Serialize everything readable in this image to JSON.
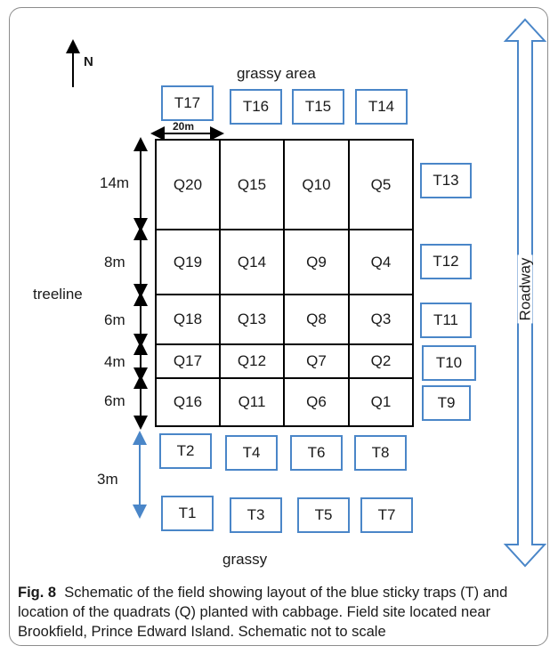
{
  "north_label": "N",
  "top_area_label": "grassy area",
  "bottom_area_label": "grassy",
  "side_label": "treeline",
  "road_label": "Roadway",
  "width_label": "20m",
  "row_heights": [
    "14m",
    "8m",
    "6m",
    "4m",
    "6m"
  ],
  "trap_gap_label": "3m",
  "quadrat_rows": [
    [
      "Q20",
      "Q15",
      "Q10",
      "Q5"
    ],
    [
      "Q19",
      "Q14",
      "Q9",
      "Q4"
    ],
    [
      "Q18",
      "Q13",
      "Q8",
      "Q3"
    ],
    [
      "Q17",
      "Q12",
      "Q7",
      "Q2"
    ],
    [
      "Q16",
      "Q11",
      "Q6",
      "Q1"
    ]
  ],
  "traps": {
    "top": [
      "T17",
      "T16",
      "T15",
      "T14"
    ],
    "right": [
      "T13",
      "T12",
      "T11",
      "T10",
      "T9"
    ],
    "bottom_upper": [
      "T2",
      "T4",
      "T6",
      "T8"
    ],
    "bottom_lower": [
      "T1",
      "T3",
      "T5",
      "T7"
    ]
  },
  "colors": {
    "trap_border": "#4a86c8",
    "grid": "#000000",
    "road_arrow": "#4a86c8"
  },
  "caption": {
    "fig_label": "Fig. 8",
    "text": "Schematic of the field showing layout of the blue sticky traps (T) and location of the quadrats (Q) planted with cabbage. Field site located near Brookfield, Prince Edward Island. Schematic not to scale"
  }
}
